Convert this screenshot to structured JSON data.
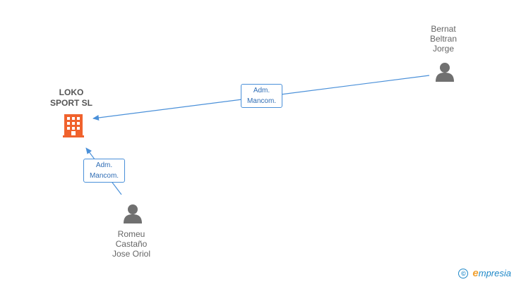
{
  "company": {
    "name": "LOKO\nSPORT SL",
    "color": "#f0622d"
  },
  "people": [
    {
      "id": "bernat",
      "name": "Bernat\nBeltran\nJorge"
    },
    {
      "id": "romeu",
      "name": "Romeu\nCastaño\nJose Oriol"
    }
  ],
  "relations": [
    {
      "from": "bernat",
      "to": "company",
      "label": "Adm.\nMancom."
    },
    {
      "from": "romeu",
      "to": "company",
      "label": "Adm.\nMancom."
    }
  ],
  "colors": {
    "edge": "#4a90d9",
    "person": "#707070"
  },
  "footer": {
    "copyright_symbol": "©",
    "brand_first": "e",
    "brand_rest": "mpresia"
  }
}
